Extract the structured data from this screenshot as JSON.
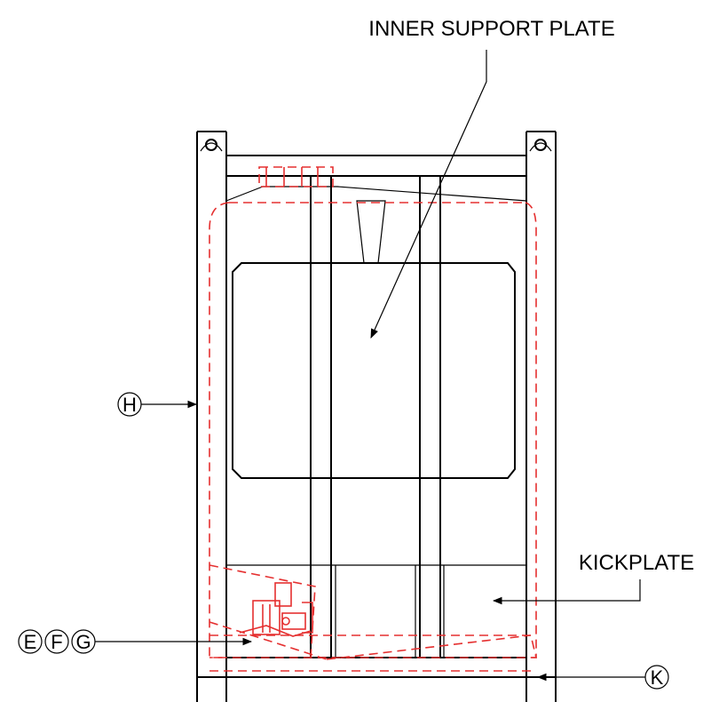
{
  "labels": {
    "inner_support_plate": "INNER SUPPORT PLATE",
    "kickplate": "KICKPLATE",
    "h": "H",
    "e": "E",
    "f": "F",
    "g": "G",
    "k": "K"
  },
  "colors": {
    "line": "#000000",
    "hidden": "#e53030",
    "background": "#ffffff"
  }
}
